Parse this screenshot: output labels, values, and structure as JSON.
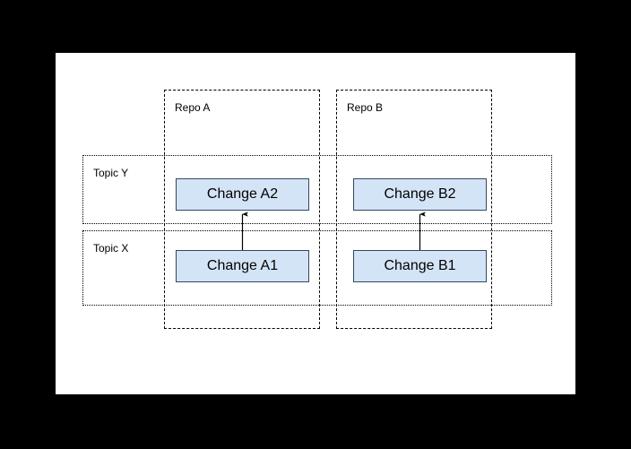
{
  "canvas": {
    "background_color": "#ffffff",
    "page_background_color": "#000000"
  },
  "repos": [
    {
      "id": "repo-a",
      "label": "Repo A",
      "border_style": "dashed"
    },
    {
      "id": "repo-b",
      "label": "Repo B",
      "border_style": "dashed"
    }
  ],
  "topics": [
    {
      "id": "topic-y",
      "label": "Topic Y",
      "border_style": "dotted"
    },
    {
      "id": "topic-x",
      "label": "Topic X",
      "border_style": "dotted"
    }
  ],
  "changes": [
    {
      "id": "change-a2",
      "label": "Change A2",
      "repo": "Repo A",
      "topic": "Topic Y",
      "fill_color": "#d4e4f7",
      "stroke_color": "#32485f"
    },
    {
      "id": "change-a1",
      "label": "Change A1",
      "repo": "Repo A",
      "topic": "Topic X",
      "fill_color": "#d4e4f7",
      "stroke_color": "#32485f"
    },
    {
      "id": "change-b2",
      "label": "Change B2",
      "repo": "Repo B",
      "topic": "Topic Y",
      "fill_color": "#d4e4f7",
      "stroke_color": "#32485f"
    },
    {
      "id": "change-b1",
      "label": "Change B1",
      "repo": "Repo B",
      "topic": "Topic X",
      "fill_color": "#d4e4f7",
      "stroke_color": "#32485f"
    }
  ],
  "connectors": [
    {
      "id": "arrow-a1-a2",
      "from": "Change A1",
      "to": "Change A2",
      "direction": "up",
      "style": "solid",
      "color": "#000000"
    },
    {
      "id": "arrow-b1-b2",
      "from": "Change B1",
      "to": "Change B2",
      "direction": "up",
      "style": "solid",
      "color": "#000000"
    }
  ]
}
